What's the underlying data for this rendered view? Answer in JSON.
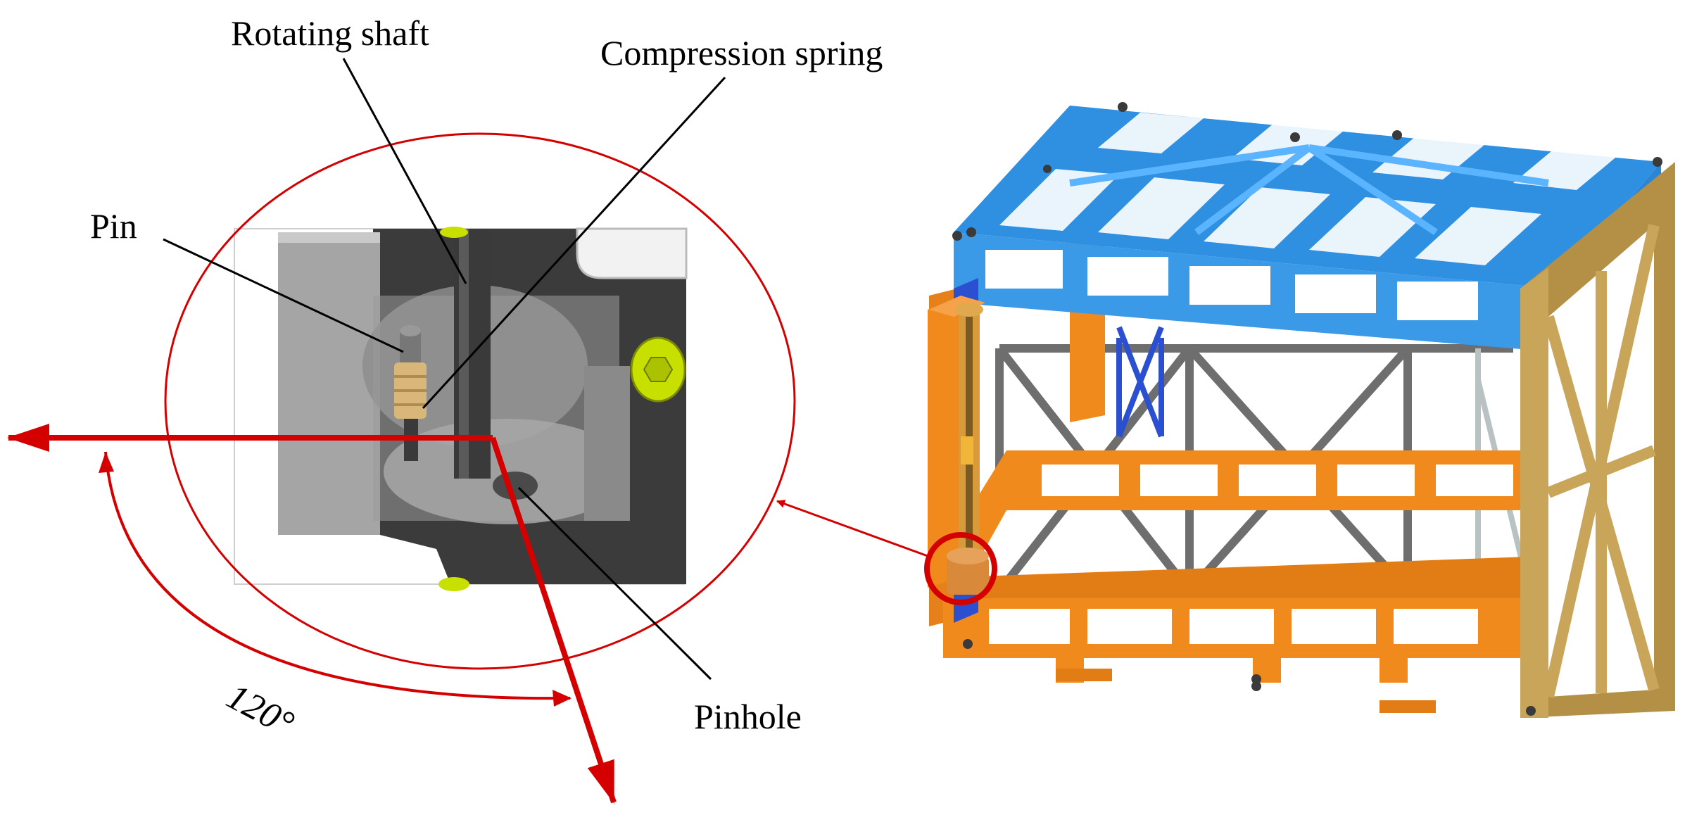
{
  "labels": {
    "rotating_shaft": "Rotating shaft",
    "compression_spring": "Compression spring",
    "pin": "Pin",
    "pinhole": "Pinhole",
    "angle": "120°"
  },
  "colors": {
    "annotation_red": "#d40000",
    "frame_blue": "#2f8fe0",
    "frame_orange": "#f08a1c",
    "frame_gold": "#c9a55a",
    "frame_grey": "#6e6e6e",
    "pin_gold": "#d9b77a",
    "bolt_yellow": "#c8e000"
  }
}
